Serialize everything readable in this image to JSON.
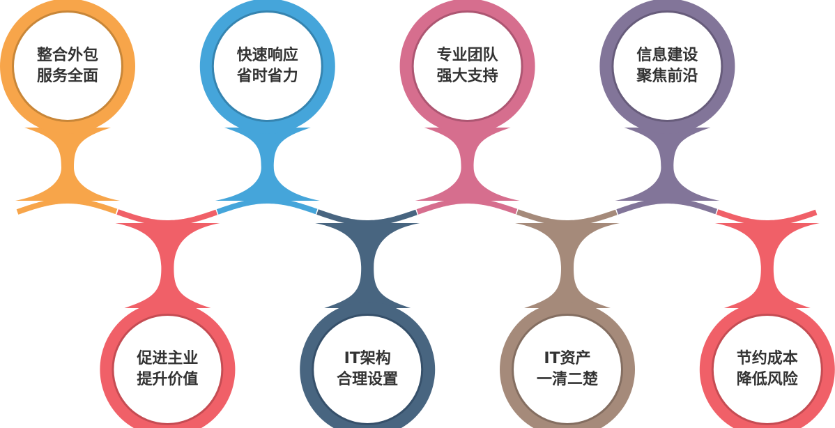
{
  "nodes": [
    {
      "line1": "整合外包",
      "line2": "服务全面",
      "color": "#F7A54A",
      "ring": "#C88638",
      "pos": "top"
    },
    {
      "line1": "促进主业",
      "line2": "提升价值",
      "color": "#F06068",
      "ring": "#C54C53",
      "pos": "bottom"
    },
    {
      "line1": "快速响应",
      "line2": "省时省力",
      "color": "#45A5DA",
      "ring": "#3584B0",
      "pos": "top"
    },
    {
      "line1": "IT架构",
      "line2": "合理设置",
      "color": "#486580",
      "ring": "#36506A",
      "pos": "bottom"
    },
    {
      "line1": "专业团队",
      "line2": "强大支持",
      "color": "#D66E8E",
      "ring": "#AD5672",
      "pos": "top"
    },
    {
      "line1": "IT资产",
      "line2": "一清二楚",
      "color": "#A58A7A",
      "ring": "#846E61",
      "pos": "bottom"
    },
    {
      "line1": "信息建设",
      "line2": "聚焦前沿",
      "color": "#827599",
      "ring": "#675C7B",
      "pos": "top"
    },
    {
      "line1": "节约成本",
      "line2": "降低风险",
      "color": "#F06068",
      "ring": "#C54C53",
      "pos": "bottom"
    }
  ]
}
